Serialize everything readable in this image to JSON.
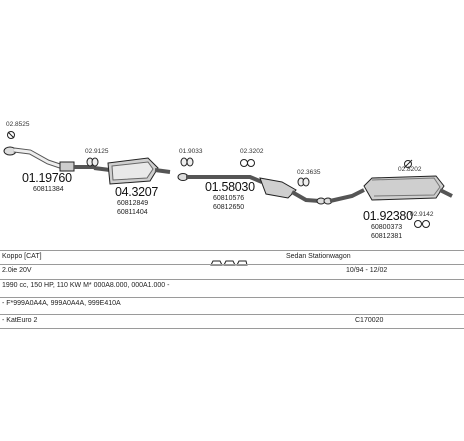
{
  "diagram": {
    "parts": [
      {
        "id": "p1",
        "number": "01.19760",
        "ref": "60811384",
        "size": "big"
      },
      {
        "id": "p2",
        "number": "04.3207",
        "ref": "60812849",
        "ref2": "60811404",
        "size": "big"
      },
      {
        "id": "p3",
        "number": "01.58030",
        "ref": "60810576",
        "ref2": "60812650",
        "size": "big"
      },
      {
        "id": "p4",
        "number": "01.92380",
        "ref": "60800373",
        "ref2": "60812381",
        "size": "big"
      }
    ],
    "small_parts": {
      "s1": "02.8525",
      "s2": "02.9125",
      "s3": "01.9033",
      "s4": "02.3202",
      "s5": "02.3635",
      "s6": "02.8202",
      "s7": "02.9142"
    }
  },
  "info": {
    "row1_left": "Koppo  [CAT]",
    "row1_mid": "Sedan Stationwagon",
    "row2_left": "2.0ie 20V",
    "row2_right": "10/94 - 12/02",
    "row3_left": "1990 cc, 150 HP, 110 KW M* 000A8.000, 000A1.000 -",
    "row4_left": "- F*999A0A4A, 999A0A4A, 999E410A",
    "row5_left": "- KatEuro 2",
    "row5_right": "C170020"
  }
}
